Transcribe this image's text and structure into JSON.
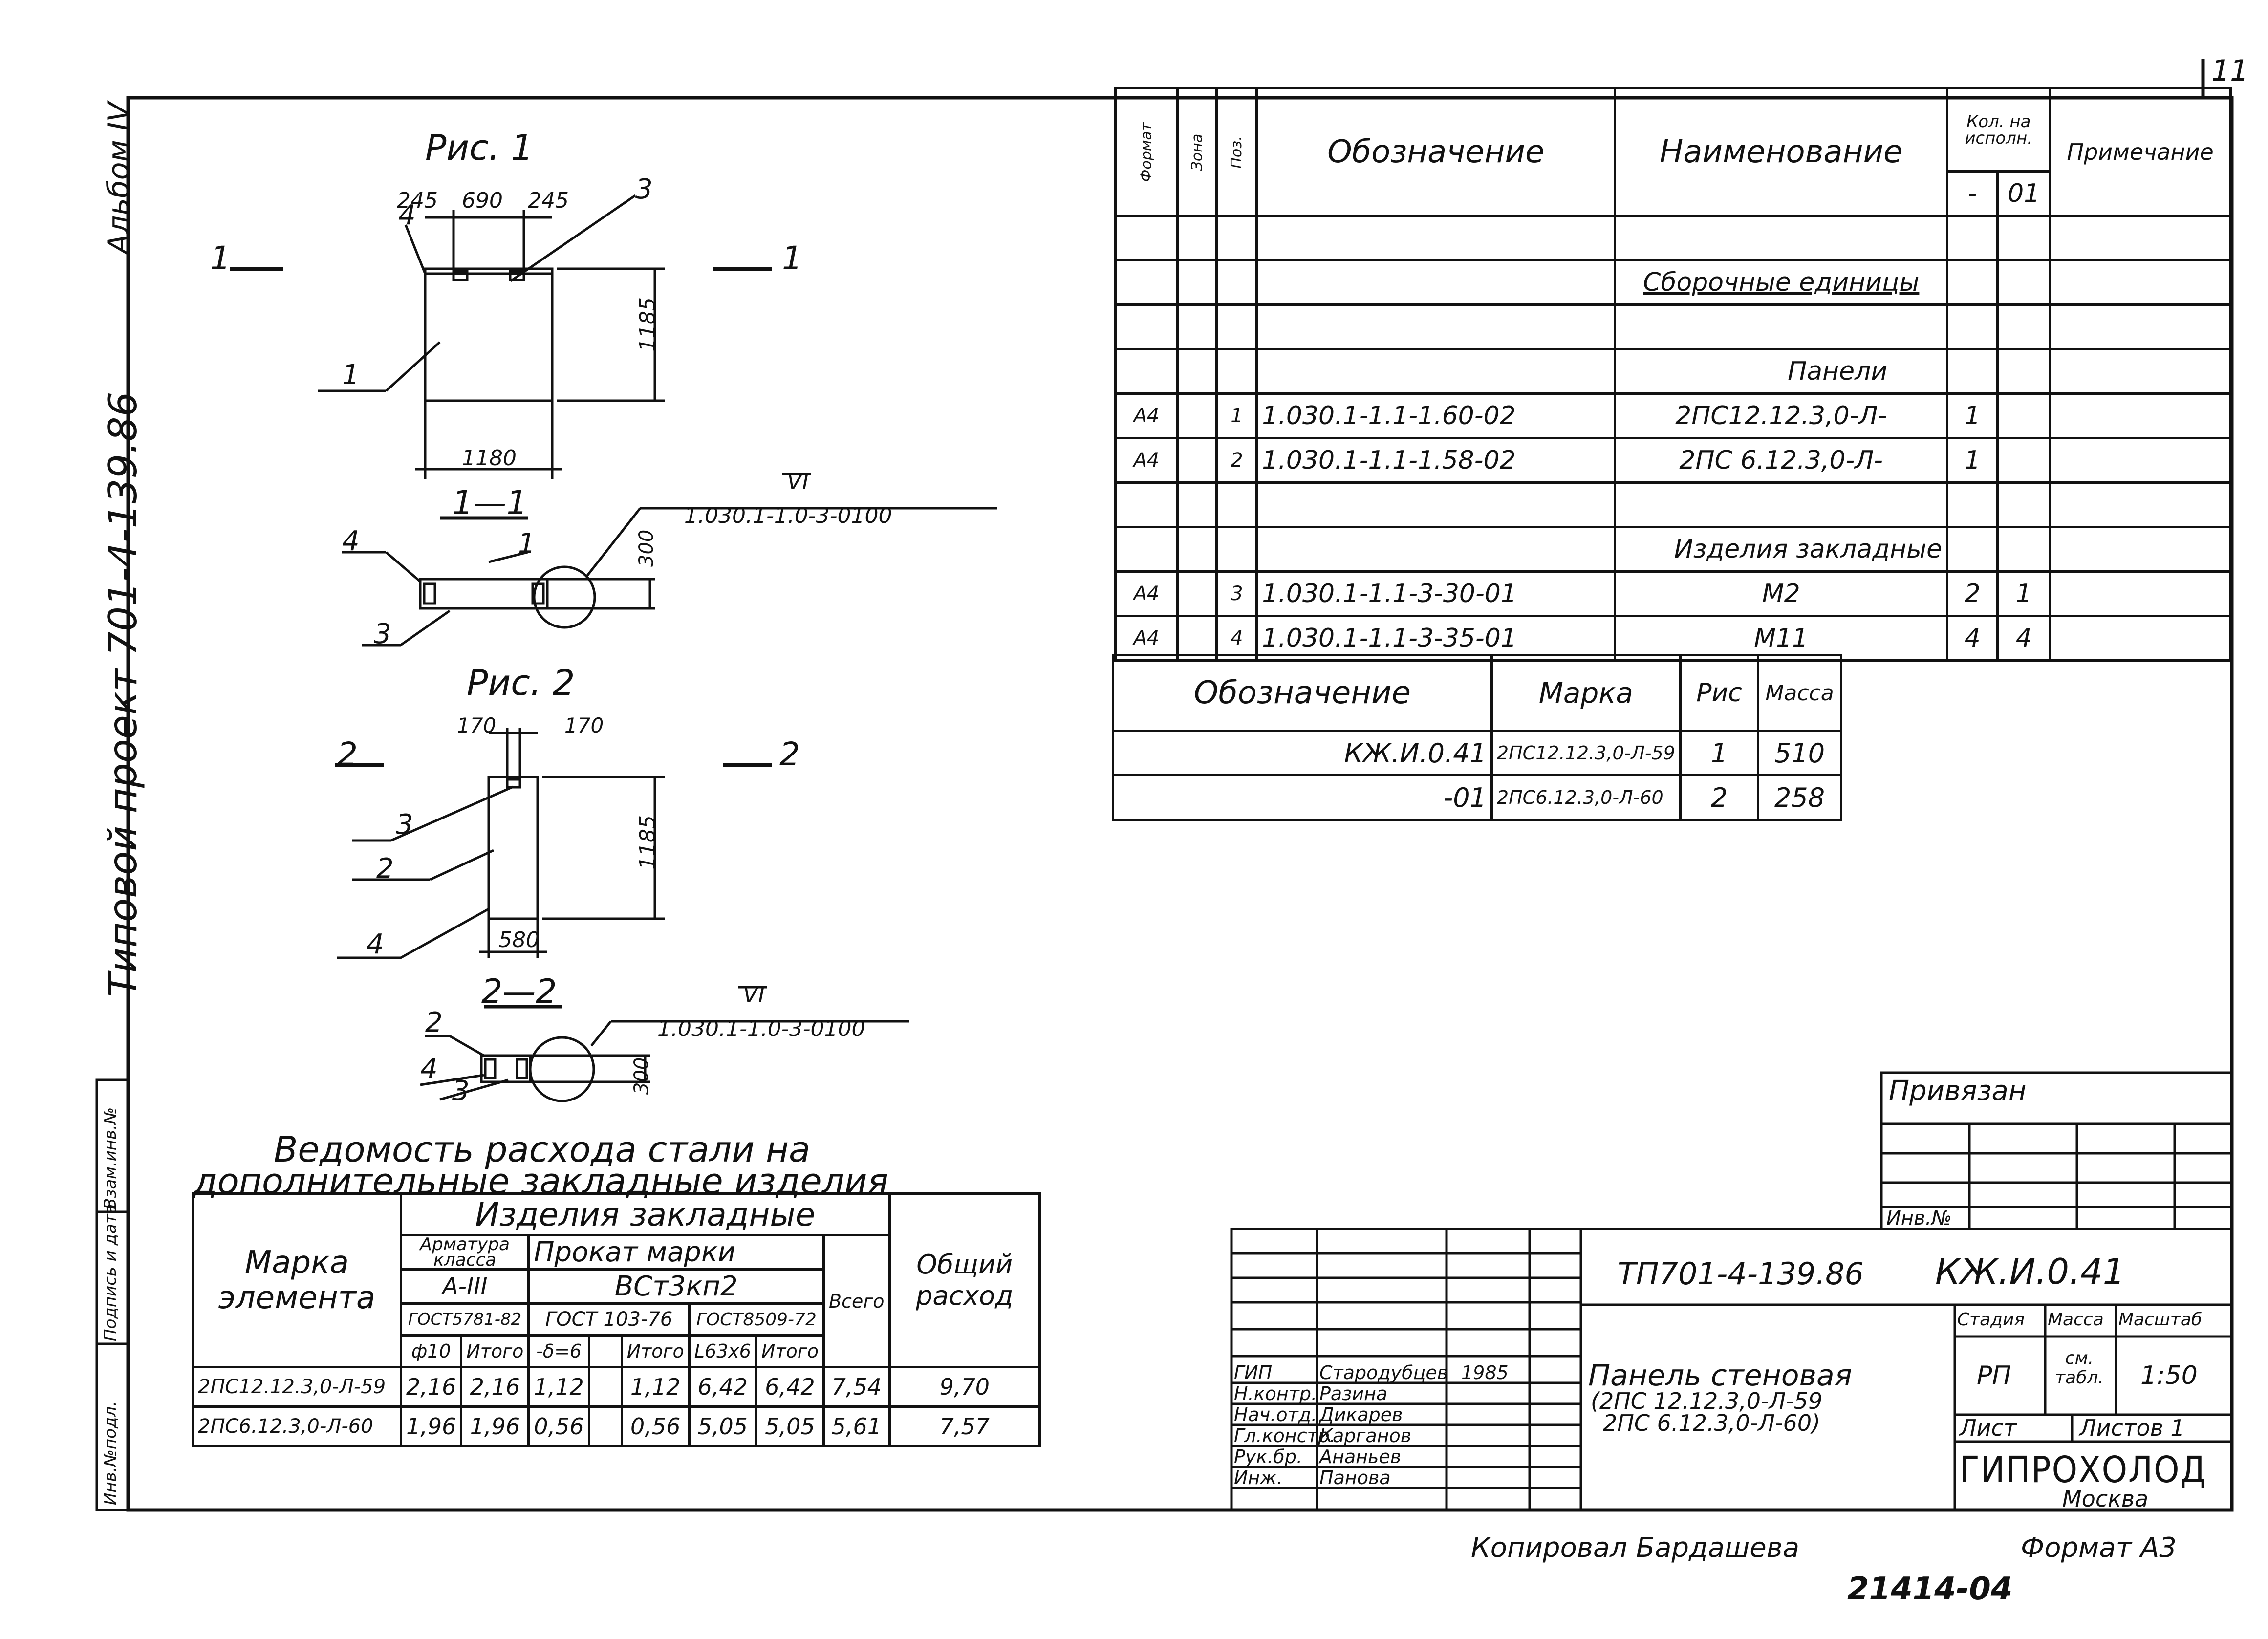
{
  "page_number": "11",
  "side": {
    "album": "Альбом IV",
    "project": "Типовой проект 701-4-139.86",
    "stamps": [
      "Инв.№подл.",
      "Подпись и дата",
      "Взам.инв.№"
    ]
  },
  "fig1": {
    "title": "Рис. 1",
    "dims": {
      "top_a": "245",
      "top_b": "690",
      "top_c": "245",
      "height": "1185",
      "width": "1180",
      "thick": "300"
    },
    "section_mark": "1",
    "section_title": "1—1",
    "callouts": [
      "1",
      "3",
      "4"
    ],
    "node_ref": "VI",
    "node_doc": "1.030.1-1.0-3-0100"
  },
  "fig2": {
    "title": "Рис. 2",
    "dims": {
      "top_a": "170",
      "top_b": "170",
      "height": "1185",
      "width": "580",
      "thick": "300"
    },
    "section_mark": "2",
    "section_title": "2—2",
    "callouts": [
      "2",
      "3",
      "4"
    ],
    "node_ref": "VI",
    "node_doc": "1.030.1-1.0-3-0100"
  },
  "spec": {
    "headers": {
      "format": "Формат",
      "zone": "Зона",
      "pos": "Поз.",
      "designation": "Обозначение",
      "name": "Наименование",
      "qty": "Кол. на исполн.",
      "qty_a": "-",
      "qty_b": "01",
      "note": "Примечание"
    },
    "rows": [
      {
        "format": "",
        "pos": "",
        "designation": "",
        "name": "",
        "qa": "",
        "qb": ""
      },
      {
        "format": "",
        "pos": "",
        "designation": "",
        "name": "Сборочные единицы",
        "qa": "",
        "qb": ""
      },
      {
        "format": "",
        "pos": "",
        "designation": "",
        "name": "",
        "qa": "",
        "qb": ""
      },
      {
        "format": "",
        "pos": "",
        "designation": "",
        "name": "Панели",
        "qa": "",
        "qb": ""
      },
      {
        "format": "А4",
        "pos": "1",
        "designation": "1.030.1-1.1-1.60-02",
        "name": "2ПС12.12.3,0-Л-",
        "qa": "1",
        "qb": ""
      },
      {
        "format": "А4",
        "pos": "2",
        "designation": "1.030.1-1.1-1.58-02",
        "name": "2ПС 6.12.3,0-Л-",
        "qa": "1",
        "qb": ""
      },
      {
        "format": "",
        "pos": "",
        "designation": "",
        "name": "",
        "qa": "",
        "qb": ""
      },
      {
        "format": "",
        "pos": "",
        "designation": "",
        "name": "Изделия закладные",
        "qa": "",
        "qb": ""
      },
      {
        "format": "А4",
        "pos": "3",
        "designation": "1.030.1-1.1-3-30-01",
        "name": "М2",
        "qa": "2",
        "qb": "1"
      },
      {
        "format": "А4",
        "pos": "4",
        "designation": "1.030.1-1.1-3-35-01",
        "name": "М11",
        "qa": "4",
        "qb": "4"
      }
    ]
  },
  "marks": {
    "headers": [
      "Обозначение",
      "Марка",
      "Рис",
      "Масса"
    ],
    "rows": [
      [
        "КЖ.И.0.41",
        "2ПС12.12.3,0-Л-59",
        "1",
        "510"
      ],
      [
        "-01",
        "2ПС6.12.3,0-Л-60",
        "2",
        "258"
      ]
    ]
  },
  "steel": {
    "title_1": "Ведомость расхода стали на",
    "title_2": "дополнительные закладные изделия",
    "col_mark": "Марка элемента",
    "group": "Изделия закладные",
    "armature": "Арматура класса",
    "armature_class": "А-III",
    "rolled": "Прокат марки",
    "rolled_grade": "ВСт3кп2",
    "gost1": "ГОСТ5781-82",
    "gost2": "ГОСТ 103-76",
    "gost3": "ГОСТ8509-72",
    "total": "Всего",
    "overall": "Общий расход",
    "sub": [
      "ф10",
      "Итого",
      "-δ=6",
      "",
      "Итого",
      "L63х6",
      "Итого"
    ],
    "rows": [
      [
        "2ПС12.12.3,0-Л-59",
        "2,16",
        "2,16",
        "1,12",
        "",
        "1,12",
        "6,42",
        "6,42",
        "7,54",
        "9,70"
      ],
      [
        "2ПС6.12.3,0-Л-60",
        "1,96",
        "1,96",
        "0,56",
        "",
        "0,56",
        "5,05",
        "5,05",
        "5,61",
        "7,57"
      ]
    ]
  },
  "titleblock": {
    "bound": "Привязан",
    "inv": "Инв.№",
    "code": "ТП701-4-139.86",
    "doc": "КЖ.И.0.41",
    "title_1": "Панель стеновая",
    "title_2": "(2ПС 12.12.3,0-Л-59",
    "title_3": "2ПС 6.12.3,0-Л-60)",
    "stage_h": "Стадия",
    "mass_h": "Масса",
    "scale_h": "Масштаб",
    "stage": "РП",
    "mass": "см. табл.",
    "scale": "1:50",
    "sheet": "Лист",
    "sheets": "Листов 1",
    "org": "ГИПРОХОЛОД",
    "city": "Москва",
    "people": [
      [
        "ГИП",
        "Стародубцев",
        "1985"
      ],
      [
        "Н.контр.",
        "Разина",
        ""
      ],
      [
        "Нач.отд.",
        "Дикарев",
        ""
      ],
      [
        "Гл.констр.",
        "Карганов",
        ""
      ],
      [
        "Рук.бр.",
        "Ананьев",
        ""
      ],
      [
        "Инж.",
        "Панова",
        ""
      ]
    ]
  },
  "footer": {
    "copied": "Копировал Бардашева",
    "format": "Формат А3",
    "number": "21414-04"
  }
}
